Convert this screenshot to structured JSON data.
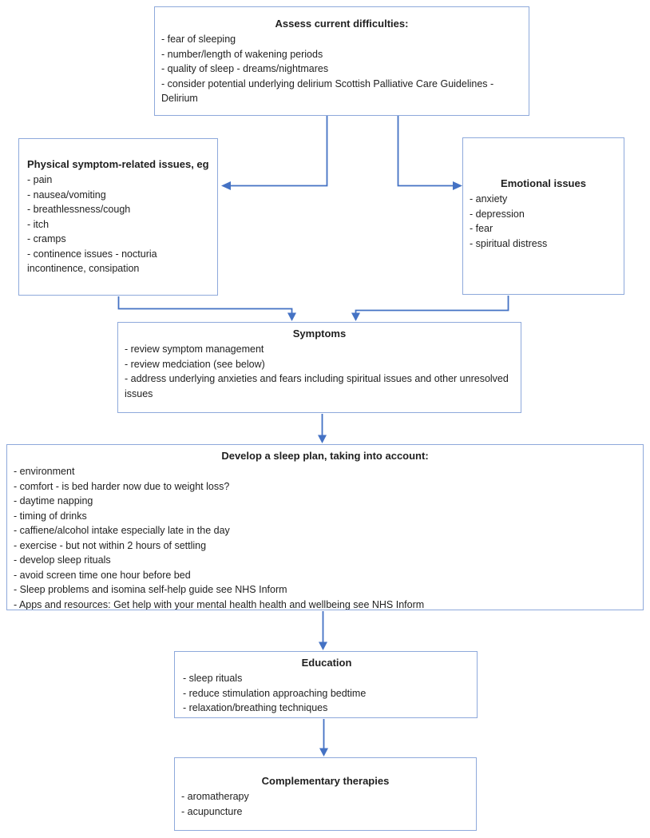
{
  "colors": {
    "bg": "#ffffff",
    "border": "#8ea9db",
    "arrow": "#4472c4",
    "text": "#1f1f1f"
  },
  "boxes": {
    "assess": {
      "title": "Assess current difficulties:",
      "items": [
        "- fear of sleeping",
        "- number/length of wakening periods",
        "- quality of sleep - dreams/nightmares",
        "- consider potential underlying delirium Scottish Palliative Care Guidelines - Delirium"
      ]
    },
    "physical": {
      "title": "Physical symptom-related issues, eg",
      "items": [
        "- pain",
        "- nausea/vomiting",
        "- breathlessness/cough",
        "- itch",
        "- cramps",
        "- continence issues - nocturia incontinence, consipation"
      ]
    },
    "emotional": {
      "title": "Emotional issues",
      "items": [
        "- anxiety",
        "- depression",
        "- fear",
        "- spiritual distress"
      ]
    },
    "symptoms": {
      "title": "Symptoms",
      "items": [
        "- review symptom management",
        "- review medciation (see below)",
        "- address underlying anxieties and fears including spiritual issues and other unresolved issues"
      ]
    },
    "sleep_plan": {
      "title": "Develop a sleep plan, taking into account:",
      "items": [
        "- environment",
        "- comfort - is bed harder now due to weight loss?",
        "- daytime napping",
        "- timing of drinks",
        "- caffiene/alcohol intake especially late in the day",
        "- exercise - but not within 2 hours of settling",
        "- develop sleep rituals",
        "- avoid screen time one hour before bed",
        "- Sleep problems and isomina self-help guide see NHS Inform",
        "- Apps and resources: Get help with your mental health health and wellbeing see NHS Inform"
      ]
    },
    "education": {
      "title": "Education",
      "items": [
        "- sleep rituals",
        "- reduce stimulation approaching bedtime",
        "- relaxation/breathing techniques"
      ]
    },
    "complementary": {
      "title": "Complementary therapies",
      "items": [
        "- aromatherapy",
        "- acupuncture"
      ]
    }
  }
}
